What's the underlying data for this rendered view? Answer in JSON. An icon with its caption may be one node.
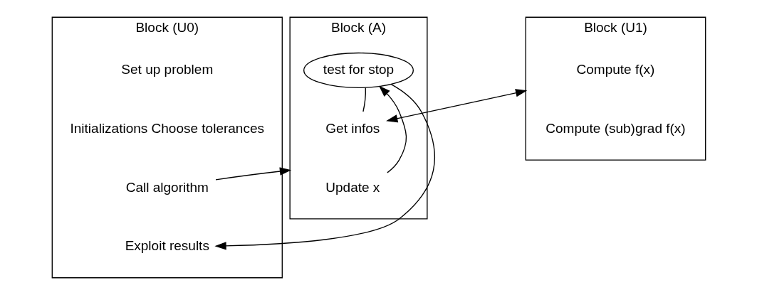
{
  "diagram": {
    "nodes": [
      {
        "text": [
          "Block (U0)"
        ]
      },
      {
        "text": [
          "Set up problem"
        ],
        "in": 0
      },
      {
        "text": [
          "Initializations Choose tolerances"
        ],
        "in": 0
      },
      {
        "text": [
          "Call algorithm"
        ],
        "in": 0
      },
      {
        "text": [
          "Exploit results"
        ],
        "in": 0
      },
      {
        "text": [
          "Block (U1)"
        ]
      },
      {
        "text": [
          "Compute f(x)"
        ],
        "in": 5
      },
      {
        "text": [
          "Compute (sub)grad f(x)"
        ],
        "in": 5
      },
      {
        "text": [
          "Block (A)"
        ]
      },
      {
        "text": [
          "test for stop"
        ],
        "in": 8
      },
      {
        "text": [
          "Get infos"
        ],
        "in": 8
      },
      {
        "text": [
          "Update x"
        ],
        "in": 8
      }
    ],
    "edges": [
      {
        "from": 3,
        "to": 8,
        "arrow": "to"
      },
      {
        "from": 10,
        "to": 5,
        "arrow": "both"
      },
      {
        "from": 9,
        "to": 4,
        "arrow": "to"
      },
      {
        "from": 9,
        "to": 10,
        "arrow": "none"
      },
      {
        "from": 11,
        "to": 9,
        "arrow": "to"
      }
    ]
  }
}
